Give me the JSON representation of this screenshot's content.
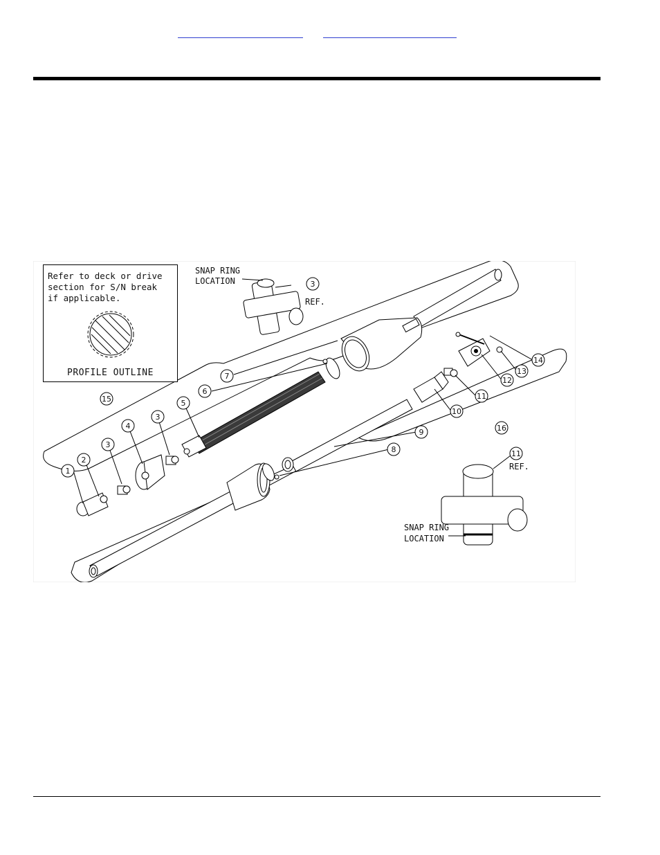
{
  "header": {
    "link_a": "",
    "link_b": ""
  },
  "note": {
    "line1": "Refer to deck or drive",
    "line2": "section for S/N break",
    "line3": "if applicable.",
    "profile": "PROFILE OUTLINE"
  },
  "callouts": {
    "snap_ring_top_1": "SNAP RING",
    "snap_ring_top_2": "LOCATION",
    "ref_top": "REF.",
    "snap_ring_bottom_1": "SNAP RING",
    "snap_ring_bottom_2": "LOCATION",
    "ref_bottom": "REF."
  },
  "balloons": [
    "1",
    "2",
    "3",
    "3",
    "4",
    "5",
    "6",
    "7",
    "8",
    "9",
    "10",
    "11",
    "12",
    "13",
    "14",
    "15",
    "16",
    "3",
    "11"
  ]
}
